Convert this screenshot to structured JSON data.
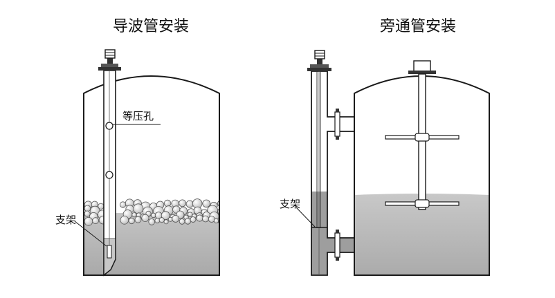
{
  "left_panel": {
    "title": "导波管安装",
    "pressure_hole_label": "等压孔",
    "support_label": "支架"
  },
  "right_panel": {
    "title": "旁通管安装",
    "support_label": "支架"
  },
  "colors": {
    "liquid": "#b4b4b4",
    "liquid_dark": "#8c8c8c",
    "outline": "#1a1a1a",
    "foam": "#d9d9d9",
    "background": "#ffffff"
  }
}
